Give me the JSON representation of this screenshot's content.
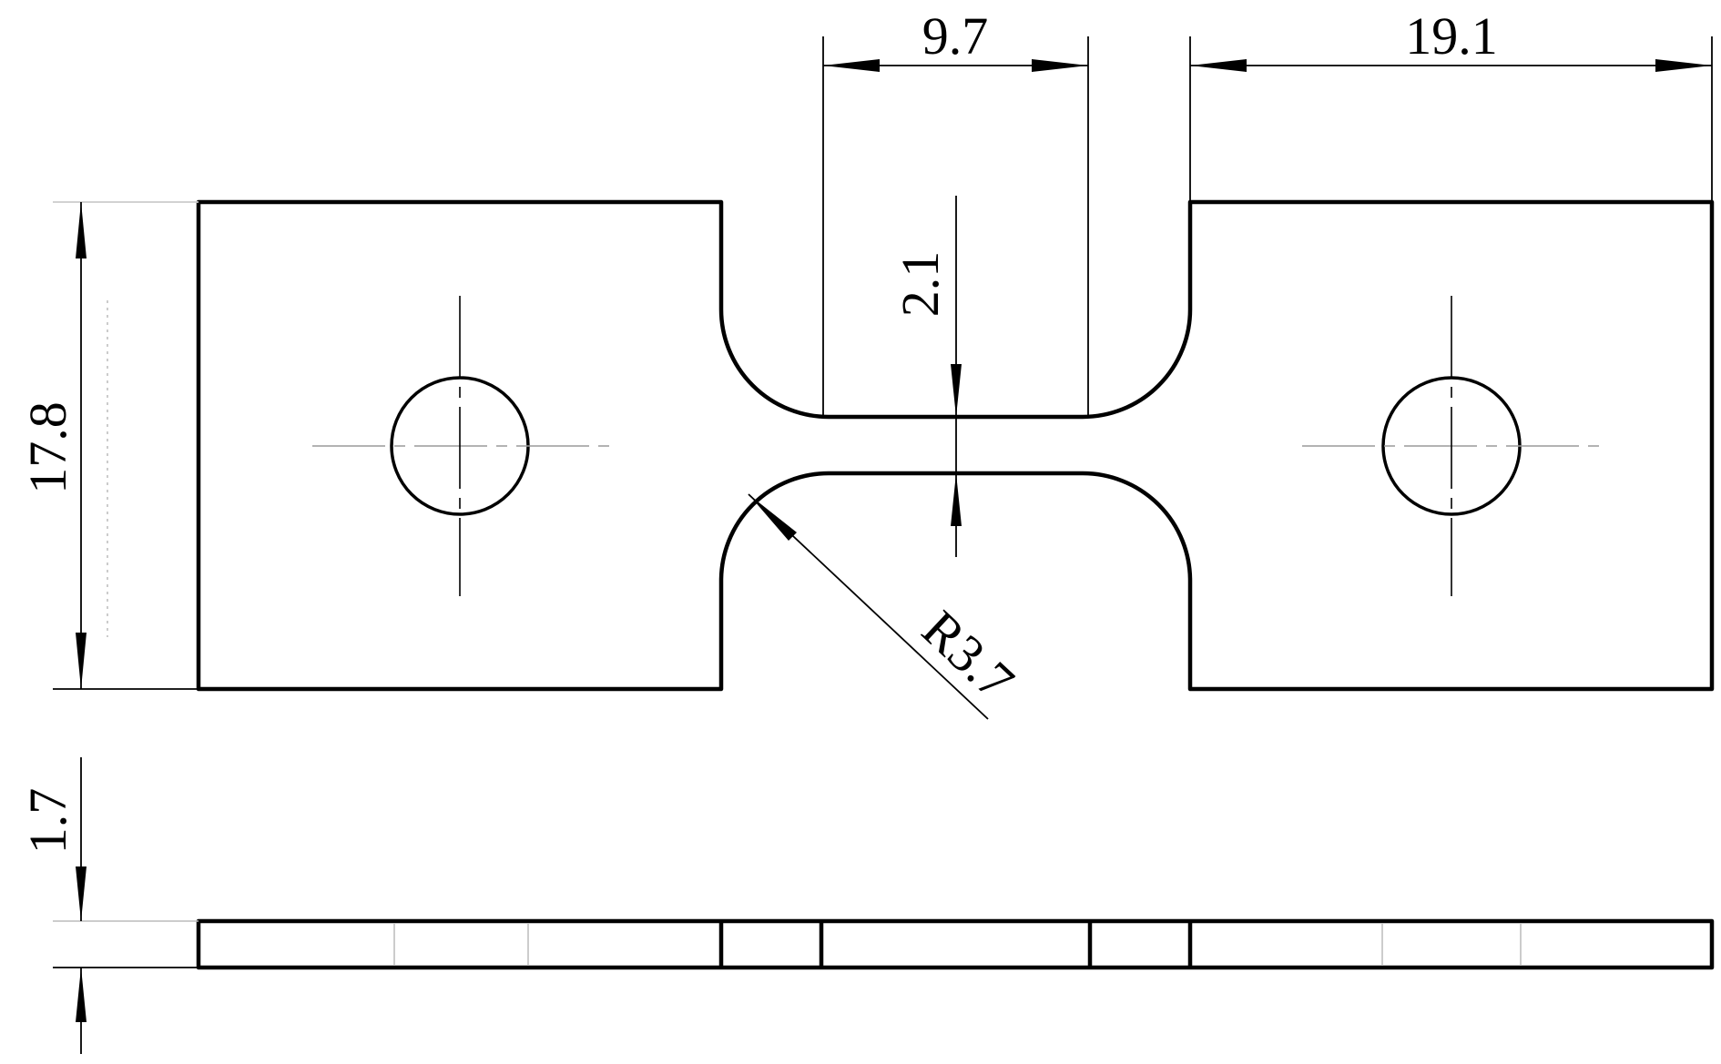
{
  "dimensions": {
    "neck_length": "9.7",
    "grip_length": "19.1",
    "neck_width": "2.1",
    "total_width": "17.8",
    "fillet_radius": "R3.7",
    "thickness": "1.7"
  },
  "colors": {
    "line": "#000000",
    "background": "#ffffff",
    "centerline": "#9a9a9a"
  }
}
